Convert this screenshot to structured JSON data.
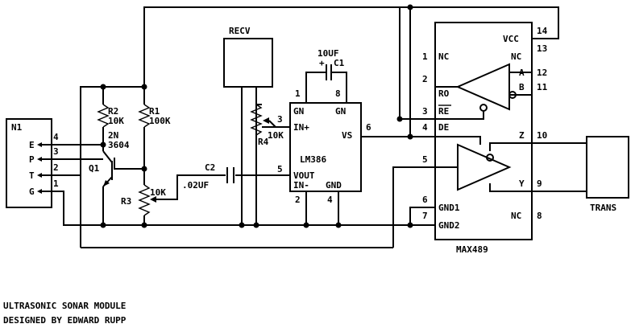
{
  "title": "ULTRASONIC SONAR MODULE",
  "subtitle": "DESIGNED BY EDWARD RUPP",
  "n1": {
    "ref": "N1",
    "pins": [
      {
        "num": "4",
        "label": "E"
      },
      {
        "num": "3",
        "label": "P"
      },
      {
        "num": "2",
        "label": "T"
      },
      {
        "num": "1",
        "label": "G"
      }
    ]
  },
  "recv": {
    "label": "RECV"
  },
  "trans": {
    "label": "TRANS"
  },
  "r1": {
    "ref": "R1",
    "value": "100K"
  },
  "r2": {
    "ref": "R2",
    "value": "10K"
  },
  "r3": {
    "ref": "R3",
    "value": "10K"
  },
  "r4": {
    "ref": "R4",
    "value": "10K",
    "pin": "3"
  },
  "q1": {
    "ref": "Q1",
    "part": "2N",
    "part2": "3604"
  },
  "c1": {
    "ref": "C1",
    "value": "10UF",
    "plus": "+"
  },
  "c2": {
    "ref": "C2",
    "value": ".02UF"
  },
  "lm386": {
    "name": "LM386",
    "pin_gn_l": "GN",
    "pin_gn_r": "GN",
    "pin_in_plus": "IN+",
    "pin_vs": "VS",
    "pin_vout": "VOUT",
    "pin_in_minus": "IN-",
    "pin_gnd": "GND",
    "n1": "1",
    "n8": "8",
    "n3": "3",
    "n6": "6",
    "n5": "5",
    "n2": "2",
    "n4": "4"
  },
  "max489": {
    "name": "MAX489",
    "pins_left": [
      {
        "num": "1",
        "label": "NC"
      },
      {
        "num": "2",
        "label": "RO"
      },
      {
        "num": "3",
        "label": "RE"
      },
      {
        "num": "4",
        "label": "DE"
      },
      {
        "num": "5",
        "label": ""
      },
      {
        "num": "6",
        "label": "GND1"
      },
      {
        "num": "7",
        "label": "GND2"
      }
    ],
    "pins_right": [
      {
        "num": "14",
        "label": "VCC"
      },
      {
        "num": "13",
        "label": "NC"
      },
      {
        "num": "12",
        "label": "A"
      },
      {
        "num": "11",
        "label": "B"
      },
      {
        "num": "10",
        "label": "Z"
      },
      {
        "num": "9",
        "label": "Y"
      },
      {
        "num": "8",
        "label": "NC"
      }
    ]
  }
}
